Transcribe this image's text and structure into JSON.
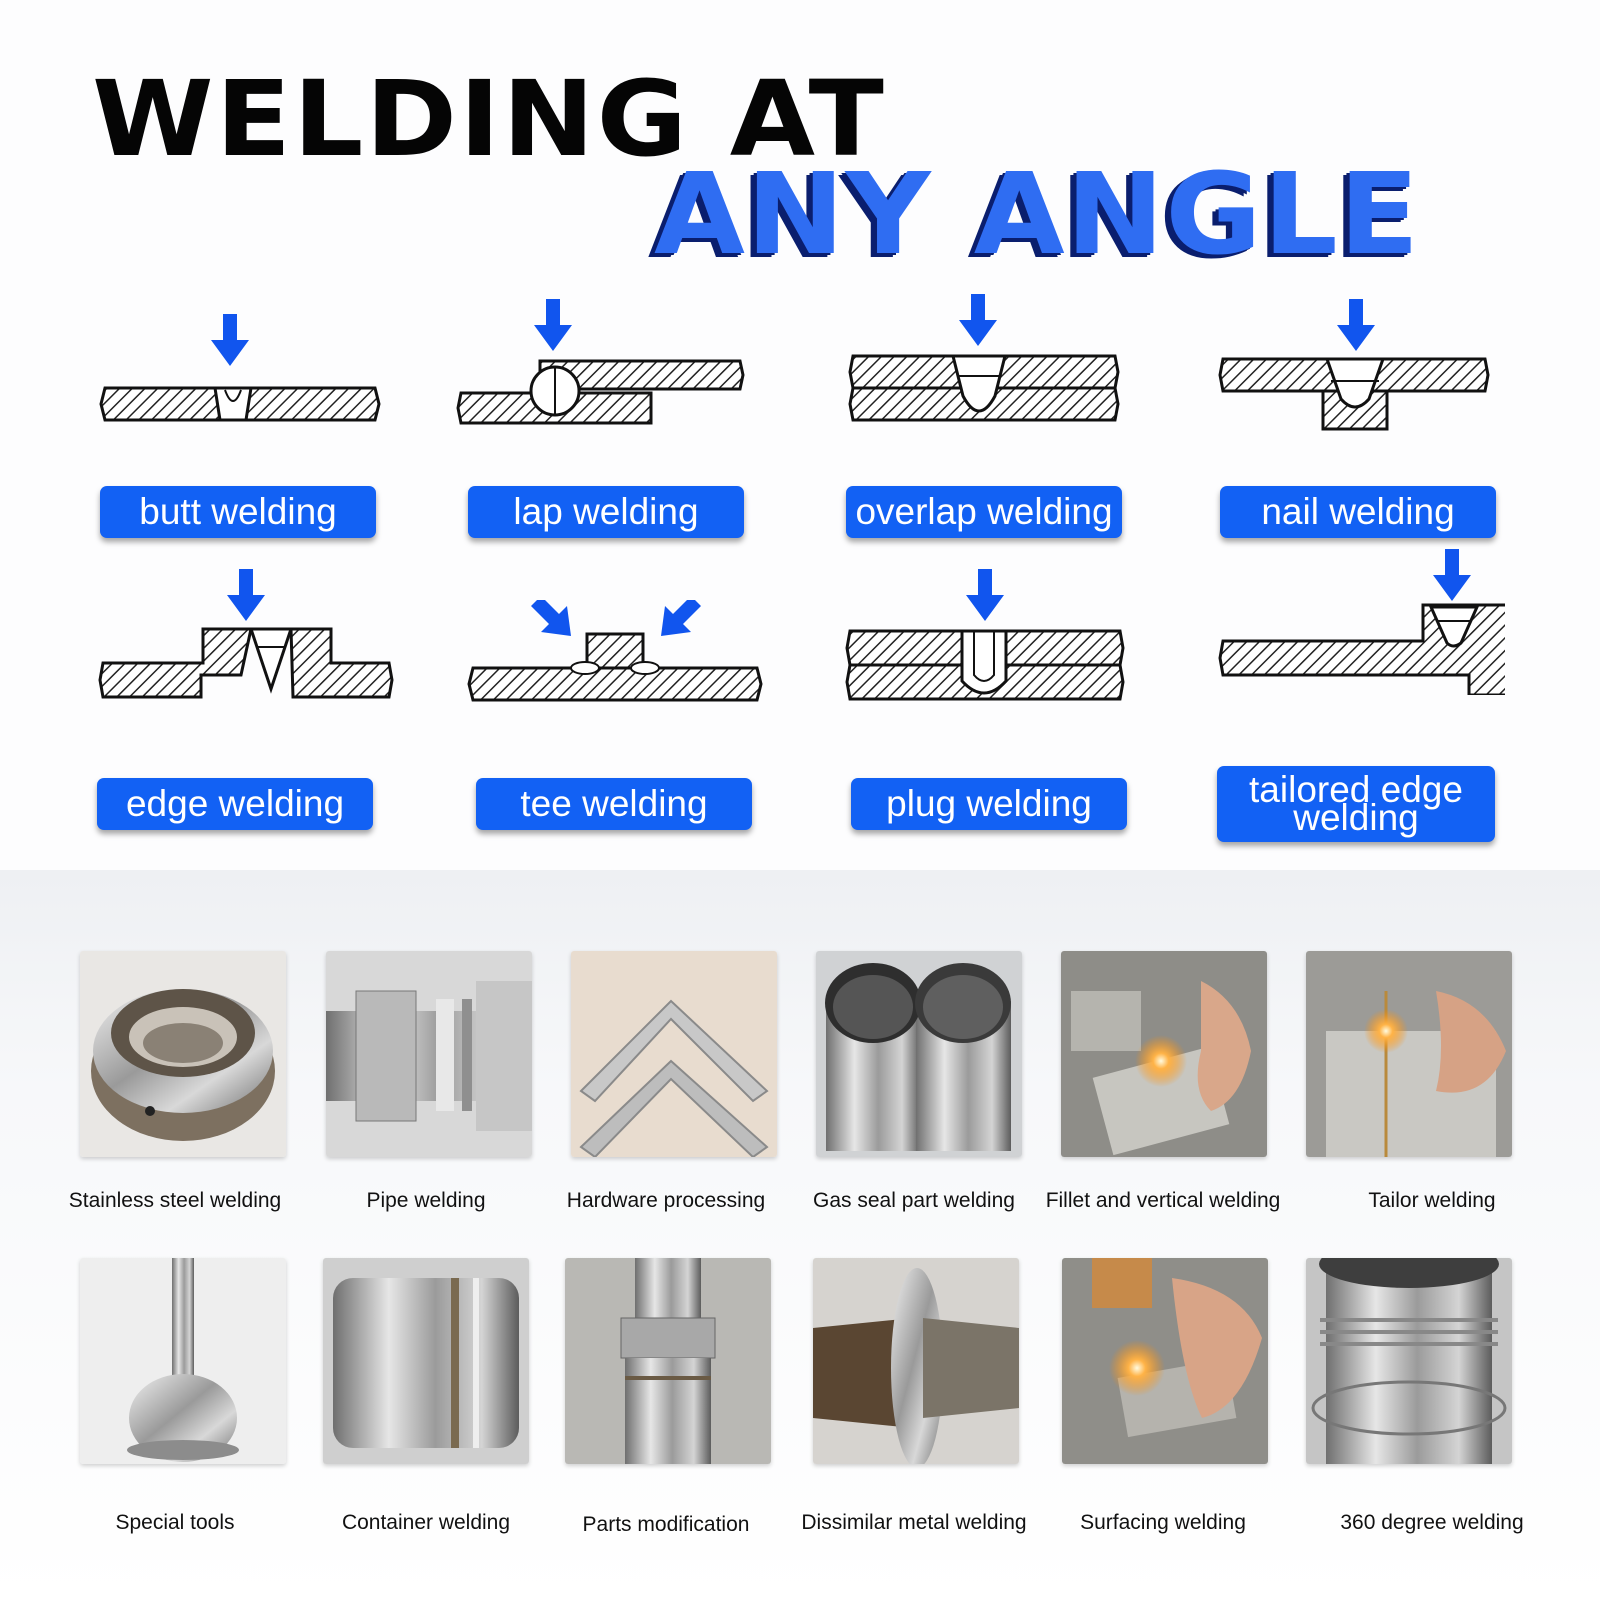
{
  "title": {
    "line1": "WELDING AT",
    "line2": "ANY ANGLE"
  },
  "colors": {
    "accent": "#1261f4",
    "title_blue": "#2f6df2",
    "arrow_blue": "#1155ee"
  },
  "joint_types": [
    {
      "label": "butt welding",
      "icon": "butt-joint-diagram"
    },
    {
      "label": "lap welding",
      "icon": "lap-joint-diagram"
    },
    {
      "label": "overlap welding",
      "icon": "overlap-joint-diagram"
    },
    {
      "label": "nail welding",
      "icon": "nail-joint-diagram"
    },
    {
      "label": "edge welding",
      "icon": "edge-joint-diagram"
    },
    {
      "label": "tee welding",
      "icon": "tee-joint-diagram"
    },
    {
      "label": "plug welding",
      "icon": "plug-joint-diagram"
    },
    {
      "label": "tailored edge welding",
      "icon": "tailored-edge-joint-diagram"
    }
  ],
  "applications": [
    {
      "label": "Stainless steel welding",
      "photo": "stainless-steel-part-photo"
    },
    {
      "label": "Pipe welding",
      "photo": "pipe-fitting-photo"
    },
    {
      "label": "Hardware processing",
      "photo": "angle-frame-photo"
    },
    {
      "label": "Gas seal part welding",
      "photo": "double-tube-photo"
    },
    {
      "label": "Fillet and vertical welding",
      "photo": "fillet-welding-photo"
    },
    {
      "label": "Tailor welding",
      "photo": "tailor-welding-photo"
    },
    {
      "label": "Special tools",
      "photo": "ball-tool-photo"
    },
    {
      "label": "Container welding",
      "photo": "container-photo"
    },
    {
      "label": "Parts modification",
      "photo": "threaded-part-photo"
    },
    {
      "label": "Dissimilar metal welding",
      "photo": "dissimilar-metal-photo"
    },
    {
      "label": "Surfacing welding",
      "photo": "surfacing-welding-photo"
    },
    {
      "label": "360 degree welding",
      "photo": "cylinder-360-photo"
    }
  ]
}
